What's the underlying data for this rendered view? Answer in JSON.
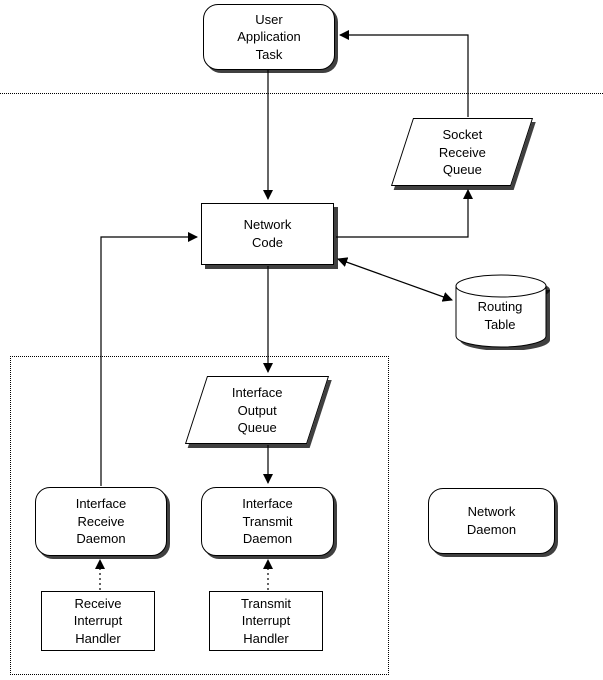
{
  "colors": {
    "node_fill": "#ffffff",
    "stroke": "#000000",
    "shadow": "#000000",
    "background": "#ffffff"
  },
  "nodes": {
    "user_application_task": {
      "label": "User\nApplication\nTask",
      "type": "task"
    },
    "socket_receive_queue": {
      "label": "Socket\nReceive\nQueue",
      "type": "queue"
    },
    "network_code": {
      "label": "Network\nCode",
      "type": "code"
    },
    "routing_table": {
      "label": "Routing\nTable",
      "type": "table"
    },
    "interface_output_queue": {
      "label": "Interface\nOutput\nQueue",
      "type": "queue"
    },
    "interface_receive_daemon": {
      "label": "Interface\nReceive\nDaemon",
      "type": "daemon"
    },
    "interface_transmit_daemon": {
      "label": "Interface\nTransmit\nDaemon",
      "type": "daemon"
    },
    "network_daemon": {
      "label": "Network\nDaemon",
      "type": "daemon"
    },
    "receive_interrupt_handler": {
      "label": "Receive\nInterrupt\nHandler",
      "type": "handler"
    },
    "transmit_interrupt_handler": {
      "label": "Transmit\nInterrupt\nHandler",
      "type": "handler"
    }
  },
  "edges": [
    {
      "from": "user_application_task",
      "to": "network_code",
      "style": "solid",
      "bidirectional": false
    },
    {
      "from": "socket_receive_queue",
      "to": "user_application_task",
      "style": "solid",
      "bidirectional": false
    },
    {
      "from": "network_code",
      "to": "socket_receive_queue",
      "style": "solid",
      "bidirectional": false
    },
    {
      "from": "network_code",
      "to": "routing_table",
      "style": "solid",
      "bidirectional": true
    },
    {
      "from": "network_code",
      "to": "interface_output_queue",
      "style": "solid",
      "bidirectional": false
    },
    {
      "from": "interface_output_queue",
      "to": "interface_transmit_daemon",
      "style": "solid",
      "bidirectional": false
    },
    {
      "from": "interface_receive_daemon",
      "to": "network_code",
      "style": "solid",
      "bidirectional": false
    },
    {
      "from": "receive_interrupt_handler",
      "to": "interface_receive_daemon",
      "style": "dotted",
      "bidirectional": false
    },
    {
      "from": "transmit_interrupt_handler",
      "to": "interface_transmit_daemon",
      "style": "dotted",
      "bidirectional": false
    }
  ]
}
